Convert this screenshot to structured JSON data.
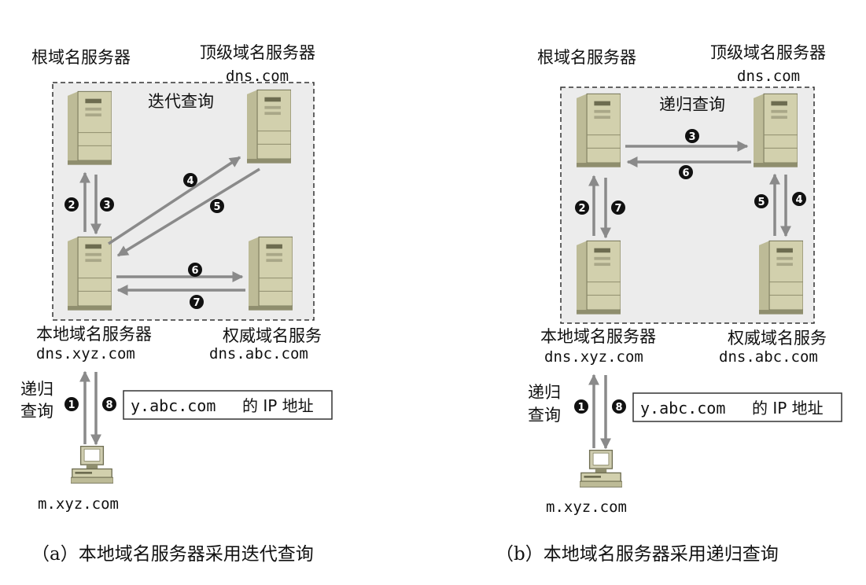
{
  "colors": {
    "box_fill": "#ececec",
    "box_border": "#333333",
    "arrow": "#8a8a8a",
    "server_front": "#d2d0ad",
    "server_side": "#8f8e6e",
    "server_top": "#e6e5cc",
    "badge": "#111111",
    "text": "#111111"
  },
  "icons": {
    "server": "server-tower-icon",
    "client": "desktop-computer-icon"
  },
  "panel_a": {
    "box_label": "迭代查询",
    "root_label": "根域名服务器",
    "tld_label": "顶级域名服务器",
    "tld_host": "dns.com",
    "local_label": "本地域名服务器",
    "local_host": "dns.xyz.com",
    "auth_label": "权威域名服务",
    "auth_host": "dns.abc.com",
    "client_host": "m.xyz.com",
    "query_line1": "递归",
    "query_line2": "查询",
    "answer_host": "y.abc.com",
    "answer_text": "的 IP 地址",
    "caption": "（a）本地域名服务器采用迭代查询",
    "steps": [
      "1",
      "2",
      "3",
      "4",
      "5",
      "6",
      "7",
      "8"
    ]
  },
  "panel_b": {
    "box_label": "递归查询",
    "root_label": "根域名服务器",
    "tld_label": "顶级域名服务器",
    "tld_host": "dns.com",
    "local_label": "本地域名服务器",
    "local_host": "dns.xyz.com",
    "auth_label": "权威域名服务",
    "auth_host": "dns.abc.com",
    "client_host": "m.xyz.com",
    "query_line1": "递归",
    "query_line2": "查询",
    "answer_host": "y.abc.com",
    "answer_text": "的 IP 地址",
    "caption": "（b）本地域名服务器采用递归查询",
    "steps": [
      "1",
      "2",
      "3",
      "4",
      "5",
      "6",
      "7",
      "8"
    ]
  }
}
